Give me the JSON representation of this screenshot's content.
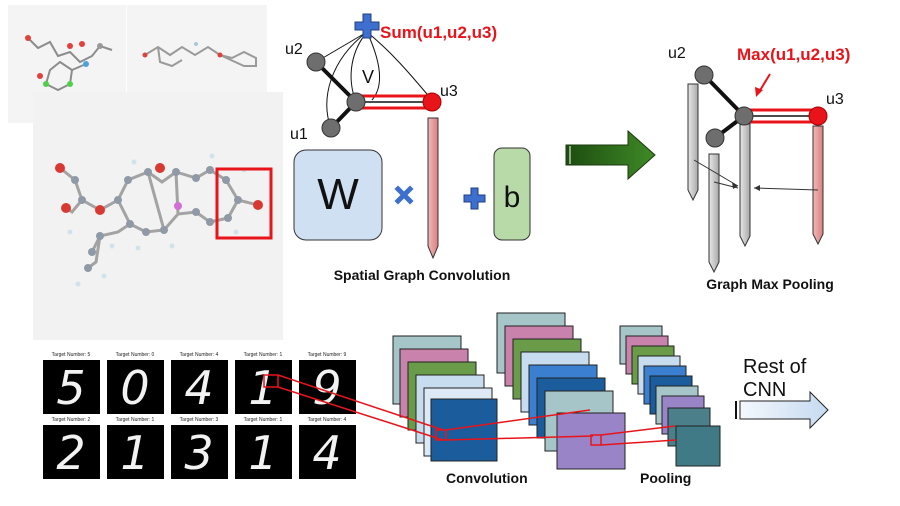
{
  "graph_conv": {
    "sum_label": "Sum(u1,u2,u3)",
    "node_u1": "u1",
    "node_u2": "u2",
    "node_u3": "u3",
    "node_v": "V",
    "weight_label": "W",
    "bias_label": "b",
    "caption": "Spatial Graph Convolution"
  },
  "graph_pool": {
    "max_label": "Max(u1,u2,u3)",
    "node_u2": "u2",
    "node_u3": "u3",
    "caption": "Graph Max Pooling"
  },
  "mnist": {
    "row1": [
      {
        "target": "Target Number: 5",
        "digit": "5"
      },
      {
        "target": "Target Number: 0",
        "digit": "0"
      },
      {
        "target": "Target Number: 4",
        "digit": "4"
      },
      {
        "target": "Target Number: 1",
        "digit": "1"
      },
      {
        "target": "Target Number: 9",
        "digit": "9"
      }
    ],
    "row2": [
      {
        "target": "Target Number: 2",
        "digit": "2"
      },
      {
        "target": "Target Number: 1",
        "digit": "1"
      },
      {
        "target": "Target Number: 3",
        "digit": "3"
      },
      {
        "target": "Target Number: 1",
        "digit": "1"
      },
      {
        "target": "Target Number: 4",
        "digit": "4"
      }
    ]
  },
  "cnn": {
    "conv_caption": "Convolution",
    "pool_caption": "Pooling",
    "rest_line1": "Rest of",
    "rest_line2": "CNN"
  },
  "colors": {
    "red": "#e8141a",
    "blue_plus": "#3d6fcf",
    "green_arrow": "#2e6b1a",
    "w_box": "#cfe0f3",
    "b_box": "#b8d9a8",
    "pink_bar": "#e89b9b",
    "gray_bar": "#c9c9c9"
  }
}
